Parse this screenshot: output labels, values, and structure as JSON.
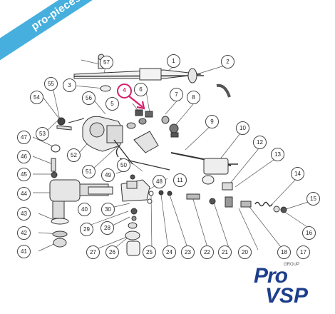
{
  "watermark": {
    "text": "pro-pieces-vsp.com",
    "color": "#39a9dc"
  },
  "logo": {
    "tag": "GROUP",
    "line1": "Pro",
    "line2": "VSP",
    "color": "#1d3e8c",
    "accent": "#d61f6b"
  },
  "highlight_color": "#d61f6b",
  "callouts": [
    {
      "n": "1"
    },
    {
      "n": "2"
    },
    {
      "n": "3"
    },
    {
      "n": "4",
      "highlight": true
    },
    {
      "n": "5"
    },
    {
      "n": "6"
    },
    {
      "n": "7"
    },
    {
      "n": "8"
    },
    {
      "n": "9"
    },
    {
      "n": "10"
    },
    {
      "n": "11"
    },
    {
      "n": "12"
    },
    {
      "n": "13"
    },
    {
      "n": "14"
    },
    {
      "n": "15"
    },
    {
      "n": "16"
    },
    {
      "n": "17"
    },
    {
      "n": "18"
    },
    {
      "n": "20"
    },
    {
      "n": "21"
    },
    {
      "n": "22"
    },
    {
      "n": "23"
    },
    {
      "n": "24"
    },
    {
      "n": "25"
    },
    {
      "n": "26"
    },
    {
      "n": "27"
    },
    {
      "n": "28"
    },
    {
      "n": "29"
    },
    {
      "n": "30"
    },
    {
      "n": "40"
    },
    {
      "n": "41"
    },
    {
      "n": "42"
    },
    {
      "n": "43"
    },
    {
      "n": "44"
    },
    {
      "n": "45"
    },
    {
      "n": "46"
    },
    {
      "n": "47"
    },
    {
      "n": "48"
    },
    {
      "n": "49"
    },
    {
      "n": "50"
    },
    {
      "n": "51"
    },
    {
      "n": "52"
    },
    {
      "n": "53"
    },
    {
      "n": "54"
    },
    {
      "n": "55"
    },
    {
      "n": "56"
    },
    {
      "n": "57"
    }
  ]
}
